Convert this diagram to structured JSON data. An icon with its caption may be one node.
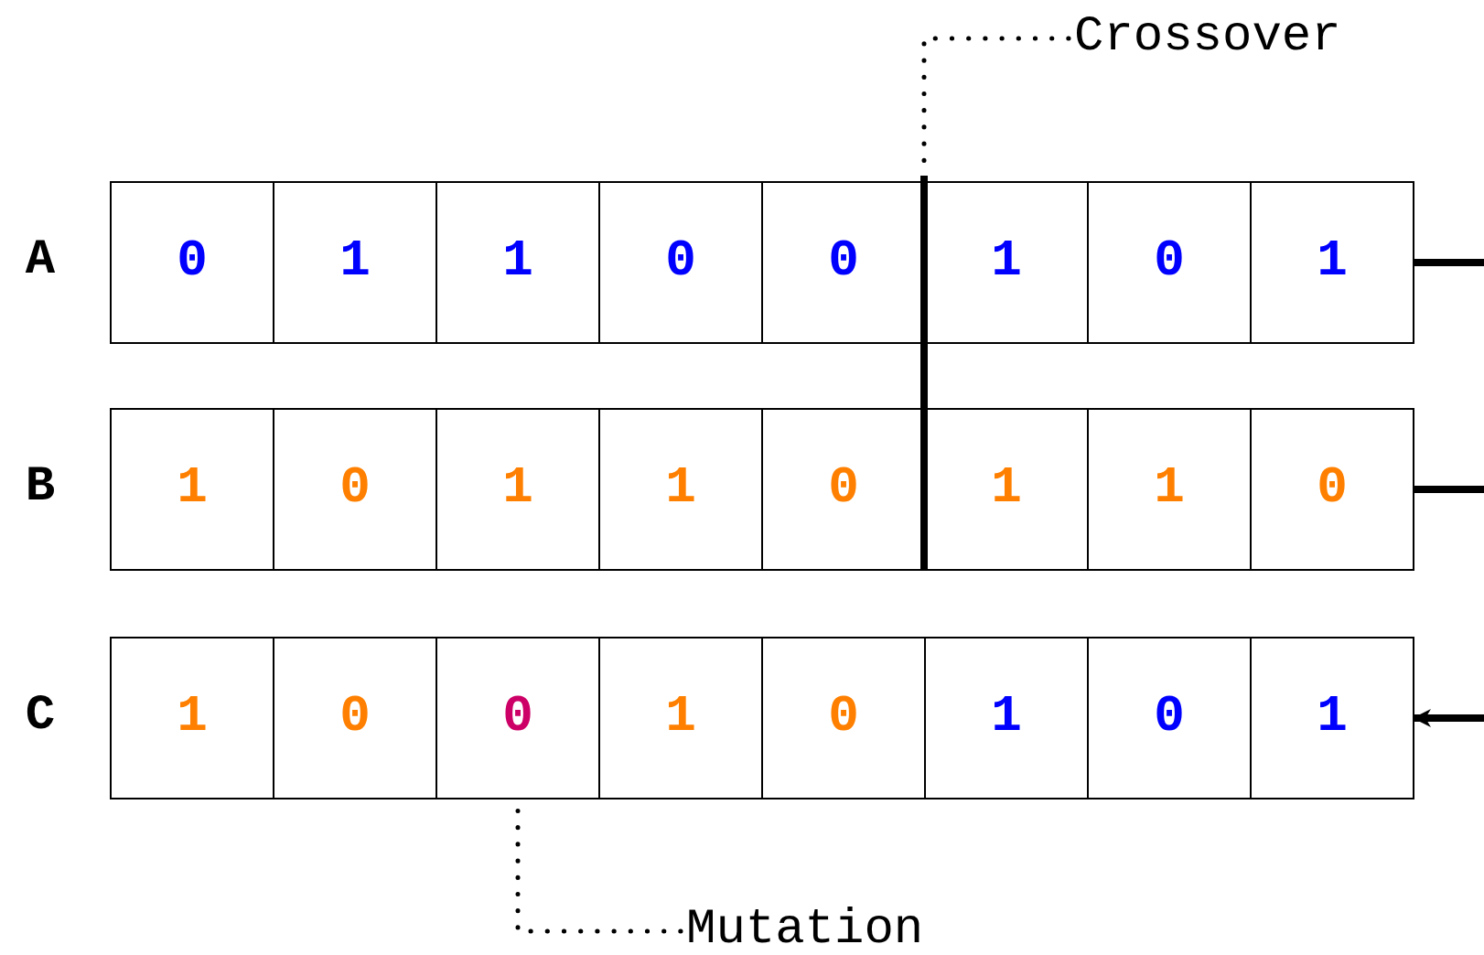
{
  "diagram": {
    "nodes": [
      {
        "text": [
          "Crossover"
        ]
      },
      {
        "text": [],
        "shape": "bar"
      },
      {
        "text": [
          "A"
        ]
      },
      {
        "text": [
          "0"
        ],
        "in": 2
      },
      {
        "text": [
          "1"
        ],
        "in": 2
      },
      {
        "text": [
          "1"
        ],
        "in": 2
      },
      {
        "text": [
          "0"
        ],
        "in": 2
      },
      {
        "text": [
          "0"
        ],
        "in": 2
      },
      {
        "text": [
          "1"
        ],
        "in": 2
      },
      {
        "text": [
          "0"
        ],
        "in": 2
      },
      {
        "text": [
          "1"
        ],
        "in": 2
      },
      {
        "text": [
          "B"
        ]
      },
      {
        "text": [
          "1"
        ],
        "in": 11
      },
      {
        "text": [
          "0"
        ],
        "in": 11
      },
      {
        "text": [
          "1"
        ],
        "in": 11
      },
      {
        "text": [
          "1"
        ],
        "in": 11
      },
      {
        "text": [
          "0"
        ],
        "in": 11
      },
      {
        "text": [
          "1"
        ],
        "in": 11
      },
      {
        "text": [
          "1"
        ],
        "in": 11
      },
      {
        "text": [
          "0"
        ],
        "in": 11
      },
      {
        "text": [
          "C"
        ]
      },
      {
        "text": [
          "1"
        ],
        "in": 20
      },
      {
        "text": [
          "0"
        ],
        "in": 20
      },
      {
        "text": [
          "0"
        ],
        "in": 20
      },
      {
        "text": [
          "1"
        ],
        "in": 20
      },
      {
        "text": [
          "0"
        ],
        "in": 20
      },
      {
        "text": [
          "1"
        ],
        "in": 20
      },
      {
        "text": [
          "0"
        ],
        "in": 20
      },
      {
        "text": [
          "1"
        ],
        "in": 20
      },
      {
        "text": [
          "Mutation"
        ]
      }
    ],
    "edges": [
      {
        "from": 0,
        "to": 1,
        "arrow": "none",
        "style": "dashed"
      },
      {
        "from": 29,
        "to": 23,
        "arrow": "none",
        "style": "dashed"
      },
      {
        "from": 2,
        "to": null,
        "arrow": "none"
      },
      {
        "from": 11,
        "to": null,
        "arrow": "none"
      },
      {
        "from": null,
        "to": 20,
        "arrow": "to"
      }
    ]
  }
}
